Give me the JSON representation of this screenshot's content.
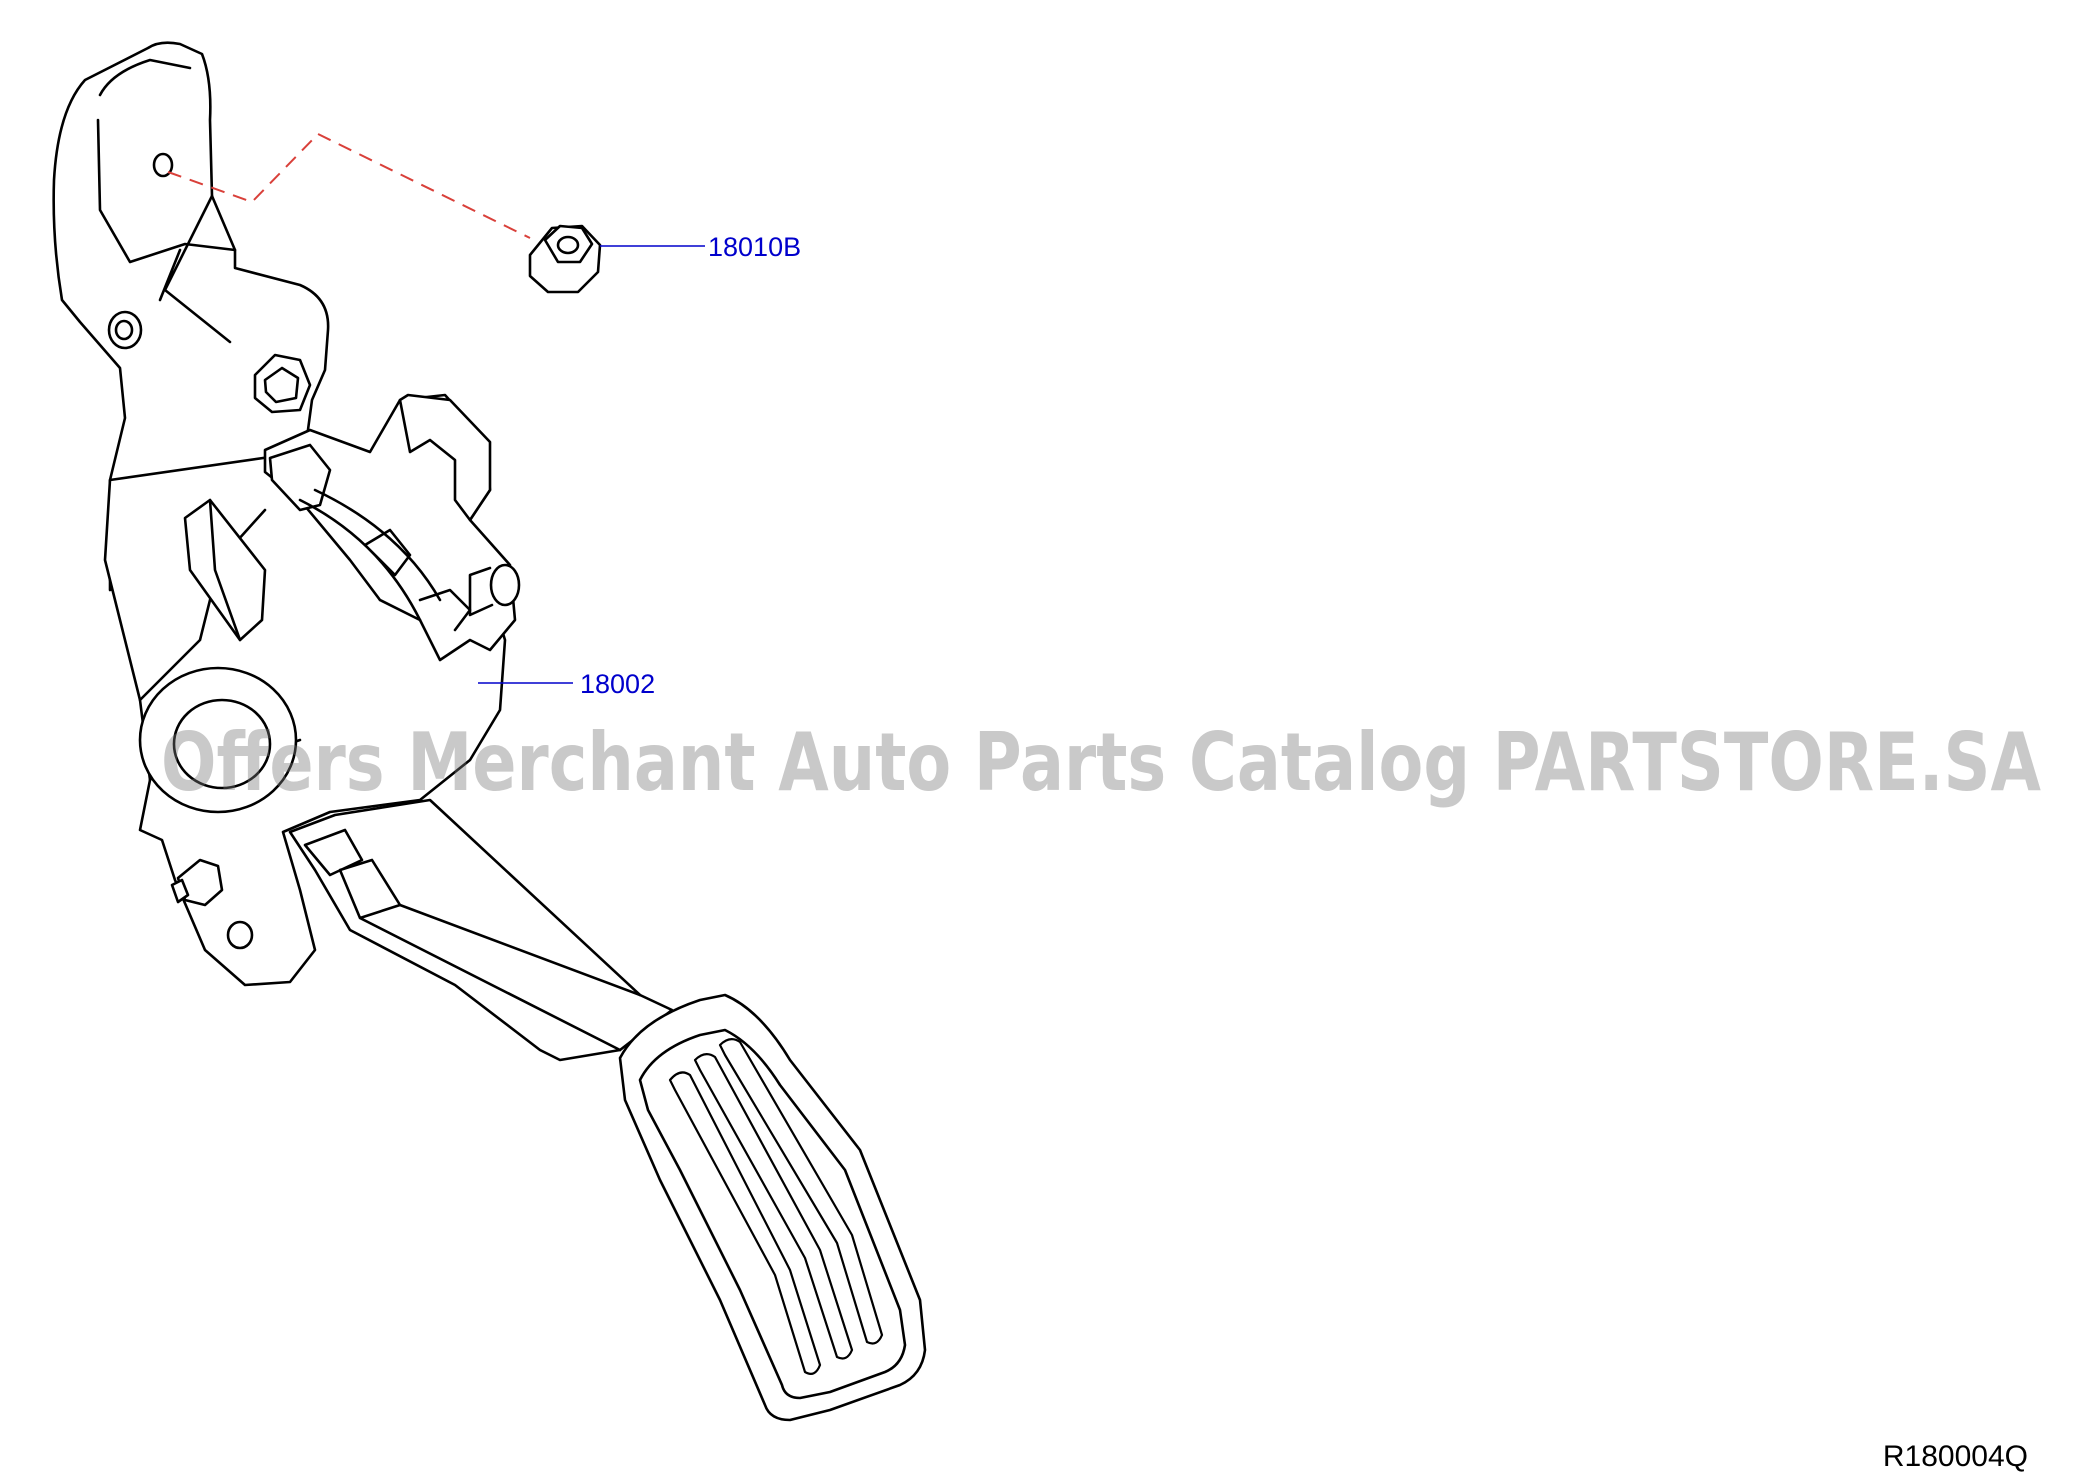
{
  "colors": {
    "line": "#000000",
    "callout": "#0000cc",
    "dashed_leader": "#d9403a",
    "watermark": "rgba(120,120,120,0.40)"
  },
  "callouts": [
    {
      "part_number": "18010B",
      "part_icon": "flange-nut-icon"
    },
    {
      "part_number": "18002",
      "part_icon": "accelerator-pedal-assembly-icon"
    }
  ],
  "diagram_code": "R180004Q",
  "watermark": "Offers Merchant Auto Parts Catalog PARTSTORE.SA"
}
